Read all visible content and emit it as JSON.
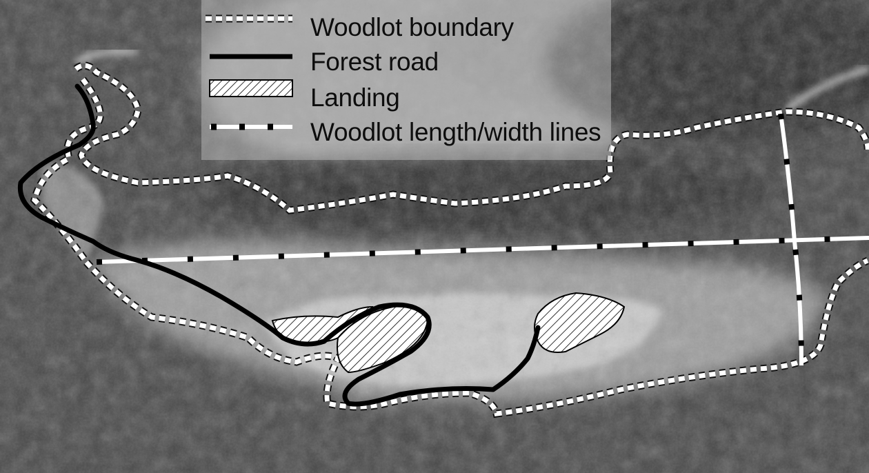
{
  "legend": {
    "items": [
      {
        "id": "woodlot-boundary",
        "label": "Woodlot boundary",
        "symbol": "dotted-white-squares"
      },
      {
        "id": "forest-road",
        "label": "Forest road",
        "symbol": "solid-black-line"
      },
      {
        "id": "landing",
        "label": "Landing",
        "symbol": "hatched-polygon"
      },
      {
        "id": "length-width-lines",
        "label": "Woodlot length/width lines",
        "symbol": "white-line-black-ticks"
      }
    ]
  },
  "colors": {
    "boundary_fill": "#ffffff",
    "boundary_edge": "#111111",
    "road": "#000000",
    "landing_fill": "#ffffff",
    "landing_hatch": "#000000",
    "measure_line": "#ffffff",
    "measure_tick": "#000000",
    "legend_bg": "#b4b4b4",
    "imagery_dark": "#3a3a3a",
    "imagery_light": "#d8d8d8"
  }
}
